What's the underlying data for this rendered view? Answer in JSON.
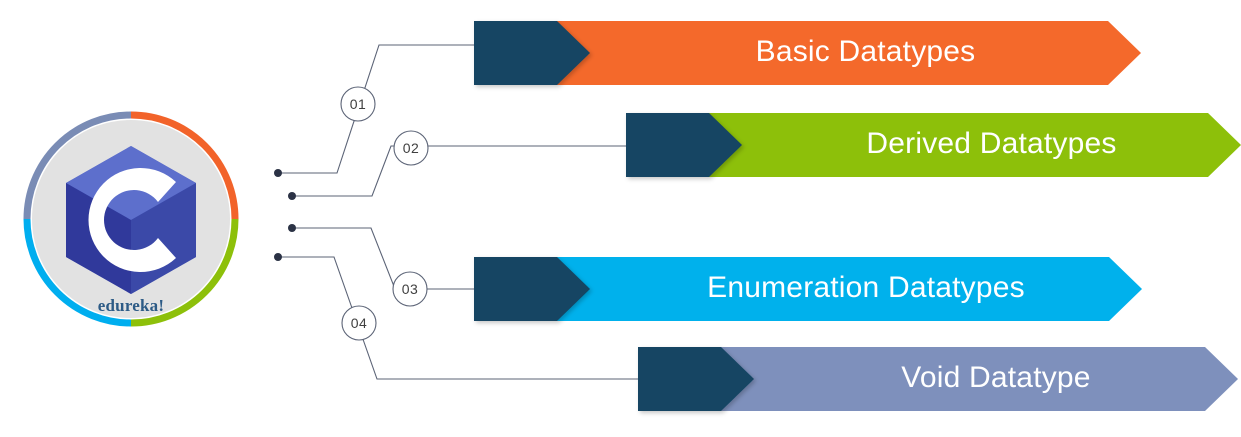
{
  "logo": {
    "name": "c-programming-edureka-logo",
    "brand_text": "edureka!",
    "letter": "C",
    "ring_colors": {
      "top_right": "#F2632A",
      "bottom_right": "#8DC00A",
      "bottom_left": "#00AEEF",
      "top_left": "#7A8CB5"
    },
    "disc_color": "#E2E2E2",
    "hex_light": "#5A6BC8",
    "hex_mid": "#4257BC",
    "hex_dark": "#30399B",
    "brand_color": "#2D5B86"
  },
  "connectors": {
    "line_color": "#5B6376",
    "dot_color": "#2B3245",
    "markers": [
      {
        "id": "01",
        "label": "01"
      },
      {
        "id": "02",
        "label": "02"
      },
      {
        "id": "03",
        "label": "03"
      },
      {
        "id": "04",
        "label": "04"
      }
    ]
  },
  "arrows": [
    {
      "id": "basic-datatypes",
      "label": "Basic Datatypes",
      "color": "#F4692B",
      "head_color": "#124563",
      "number": "01"
    },
    {
      "id": "derived-datatypes",
      "label": "Derived Datatypes",
      "color": "#8DC00A",
      "head_color": "#124563",
      "number": "02"
    },
    {
      "id": "enumeration-datatypes",
      "label": "Enumeration Datatypes",
      "color": "#00B1EC",
      "head_color": "#124563",
      "number": "03"
    },
    {
      "id": "void-datatype",
      "label": "Void Datatype",
      "color": "#7E90BC",
      "head_color": "#124563",
      "number": "04"
    }
  ]
}
